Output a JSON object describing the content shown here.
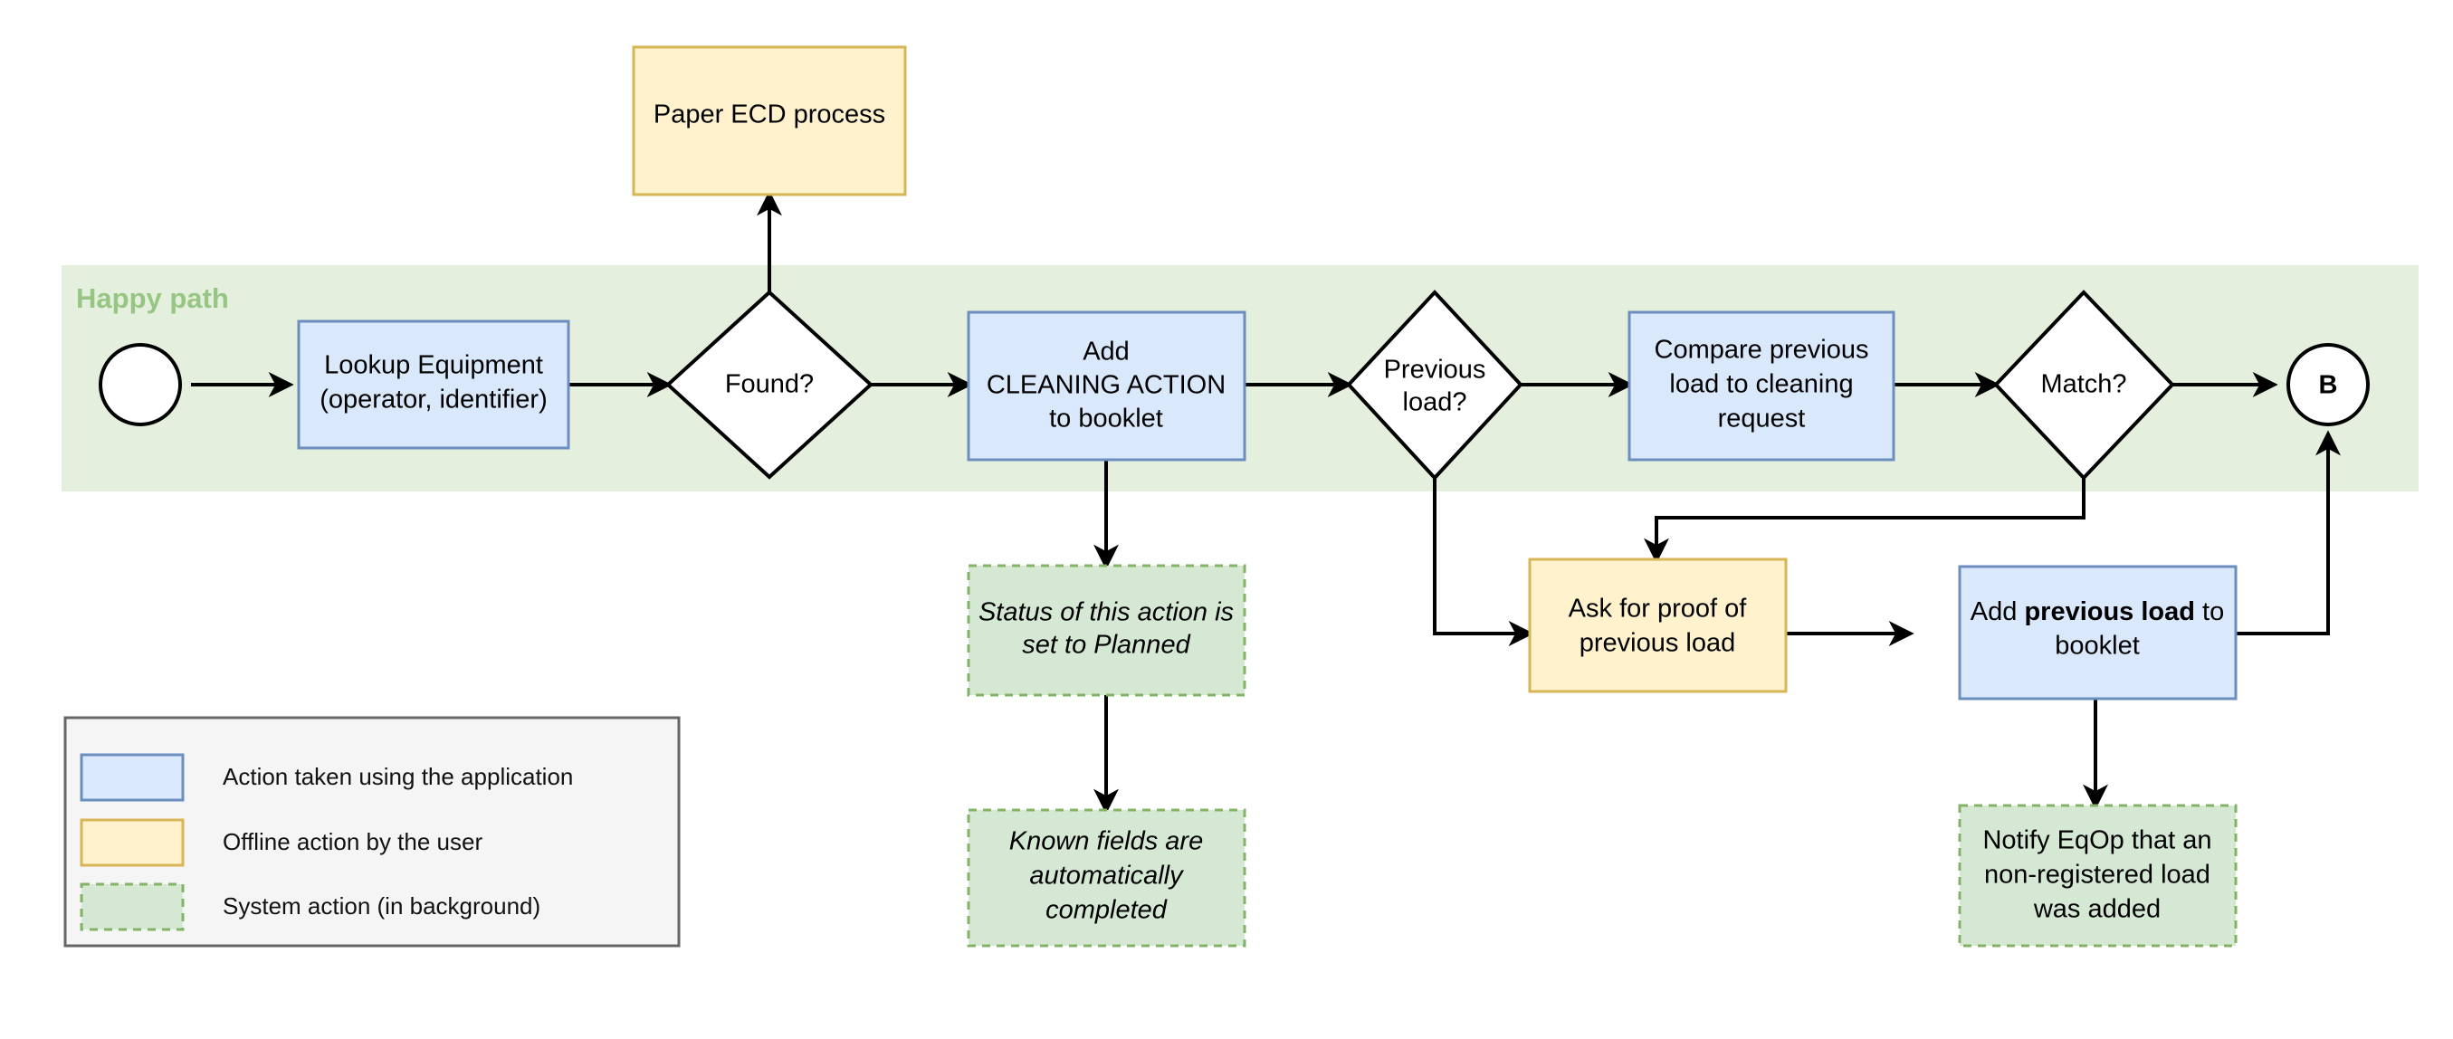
{
  "diagram": {
    "band": {
      "label": "Happy path",
      "fill": "#e4f0dd",
      "label_color": "#97c684"
    },
    "palette": {
      "app_fill": "#dae8fc",
      "app_stroke": "#6c8ebf",
      "offline_fill": "#fff2cc",
      "offline_stroke": "#d6b656",
      "system_fill": "#d5e8d4",
      "system_stroke": "#82b366",
      "decision_fill": "#ffffff",
      "decision_stroke": "#000000",
      "edge_color": "#000000"
    },
    "nodes": {
      "start": {
        "label": "",
        "type": "terminator"
      },
      "lookup_equipment": {
        "lines": [
          "Lookup Equipment",
          "(operator, identifier)"
        ],
        "type": "app-action"
      },
      "found_decision": {
        "lines": [
          "Found?"
        ],
        "type": "decision"
      },
      "paper_ecd": {
        "lines": [
          "Paper ECD process"
        ],
        "type": "offline-action"
      },
      "add_cleaning_action": {
        "lines": [
          "Add",
          "CLEANING ACTION",
          "to booklet"
        ],
        "type": "app-action"
      },
      "status_planned": {
        "lines": [
          "Status of this action is",
          "set to Planned"
        ],
        "type": "system-action",
        "italic": true
      },
      "known_fields": {
        "lines": [
          "Known fields are",
          "automatically",
          "completed"
        ],
        "type": "system-action",
        "italic": true
      },
      "previous_load_decision": {
        "lines": [
          "Previous",
          "load?"
        ],
        "type": "decision"
      },
      "compare_previous_load": {
        "lines": [
          "Compare previous",
          "load to cleaning",
          "request"
        ],
        "type": "app-action"
      },
      "match_decision": {
        "lines": [
          "Match?"
        ],
        "type": "decision"
      },
      "connector_b": {
        "label": "B",
        "type": "connector"
      },
      "ask_proof": {
        "lines": [
          "Ask for proof of",
          "previous load"
        ],
        "type": "offline-action"
      },
      "add_previous_load": {
        "rich": [
          {
            "t": "Add ",
            "b": false
          },
          {
            "t": "previous load",
            "b": true
          },
          {
            "t": " to",
            "b": false
          }
        ],
        "lines2": [
          "booklet"
        ],
        "type": "app-action"
      },
      "notify_eqop": {
        "lines": [
          "Notify EqOp that an",
          "non-registered load",
          "was added"
        ],
        "type": "system-action",
        "italic": false
      }
    },
    "legend": {
      "items": [
        {
          "label": "Action taken using the application",
          "swatch": "app-action"
        },
        {
          "label": "Offline action by the user",
          "swatch": "offline-action"
        },
        {
          "label": "System action (in background)",
          "swatch": "system-action"
        }
      ]
    }
  }
}
